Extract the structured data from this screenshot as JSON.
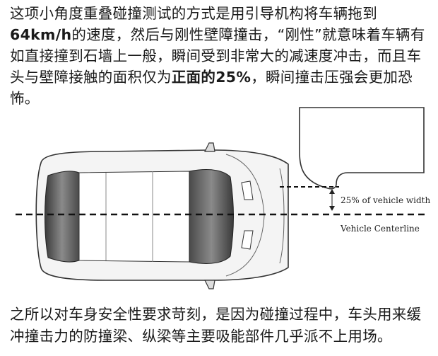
{
  "paragraph1": {
    "part1": "这项小角度重叠碰撞测试的方式是用引导机构将车辆拖到",
    "speed": "64km/h",
    "part2": "的速度，然后与刚性壁障撞击，“刚性”就意味着车辆有如直接撞到石墙上一般，瞬间受到非常大的减速度冲击，而且车头与壁障接触的面积仅为",
    "emphasis": "正面的25%",
    "part3": "，瞬间撞击压强会更加恐怖。"
  },
  "diagram": {
    "label_width": "25% of vehicle width",
    "label_centerline": "Vehicle Centerline"
  },
  "paragraph2": {
    "text": "之所以对车身安全性要求苛刻，是因为碰撞过程中，车头用来缓冲撞击力的防撞梁、纵梁等主要吸能部件几乎派不上用场。"
  }
}
